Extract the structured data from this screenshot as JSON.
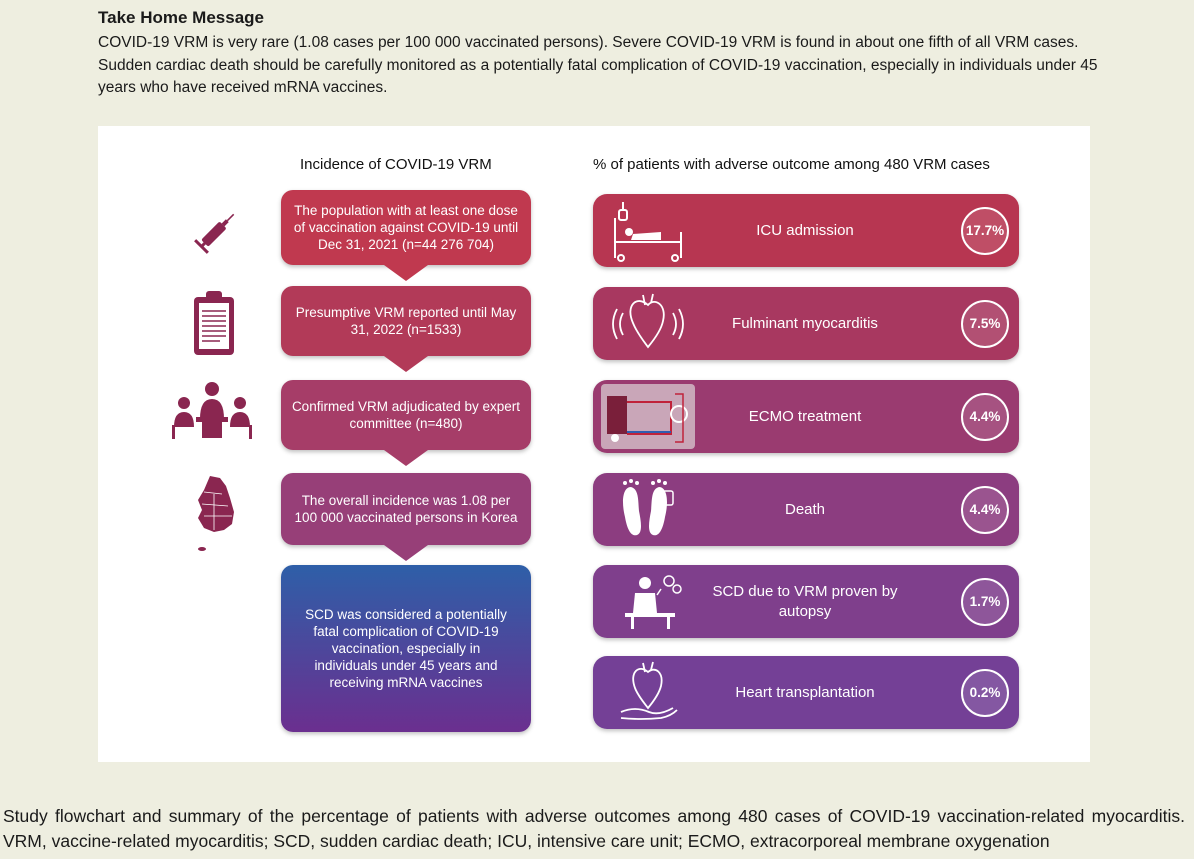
{
  "take_home": {
    "title": "Take Home Message",
    "body": "COVID-19 VRM is very rare (1.08 cases per 100 000 vaccinated persons). Severe COVID-19 VRM is found in about one fifth of all VRM cases. Sudden cardiac death should be carefully monitored as a potentially fatal complication of COVID-19 vaccination, especially in individuals under 45 years who have received mRNA vaccines."
  },
  "left_column": {
    "heading": "Incidence of COVID-19 VRM",
    "boxes": [
      {
        "text": "The population with at least one dose of vaccination against COVID-19 until Dec 31, 2021 (n=44 276 704)",
        "icon": "syringe-icon",
        "color": "#c0394f"
      },
      {
        "text": "Presumptive VRM reported until May 31, 2022 (n=1533)",
        "icon": "clipboard-icon",
        "color": "#b23a58"
      },
      {
        "text": "Confirmed VRM adjudicated by expert committee (n=480)",
        "icon": "committee-icon",
        "color": "#a63d68"
      },
      {
        "text": "The overall incidence was 1.08 per 100 000 vaccinated persons in Korea",
        "icon": "korea-map-icon",
        "color": "#973f78"
      },
      {
        "text": "SCD was considered a potentially fatal complication of COVID-19 vaccination, especially in individuals under 45 years and receiving mRNA vaccines",
        "color_top": "#2e5fa8",
        "color_bottom": "#6b2f8f"
      }
    ]
  },
  "right_column": {
    "heading": "% of patients with adverse outcome among 480 VRM cases",
    "outcomes": [
      {
        "label": "ICU admission",
        "percent": "17.7%",
        "icon": "hospital-bed-icon",
        "color": "#b73651"
      },
      {
        "label": "Fulminant myocarditis",
        "percent": "7.5%",
        "icon": "heart-icon",
        "color": "#a83860"
      },
      {
        "label": "ECMO treatment",
        "percent": "4.4%",
        "icon": "ecmo-icon",
        "color": "#9a3b70"
      },
      {
        "label": "Death",
        "percent": "4.4%",
        "icon": "feet-tag-icon",
        "color": "#8c3d80"
      },
      {
        "label": "SCD due to VRM proven by autopsy",
        "percent": "1.7%",
        "icon": "autopsy-icon",
        "color": "#7f3f8c"
      },
      {
        "label": "Heart transplantation",
        "percent": "0.2%",
        "icon": "heart-hand-icon",
        "color": "#744096"
      }
    ]
  },
  "caption": "Study flowchart and summary of the percentage of patients with adverse outcomes among 480 cases of COVID-19 vaccination-related myocarditis. VRM, vaccine-related myocarditis; SCD, sudden cardiac death; ICU, intensive care unit; ECMO, extracorporeal membrane oxygenation"
}
